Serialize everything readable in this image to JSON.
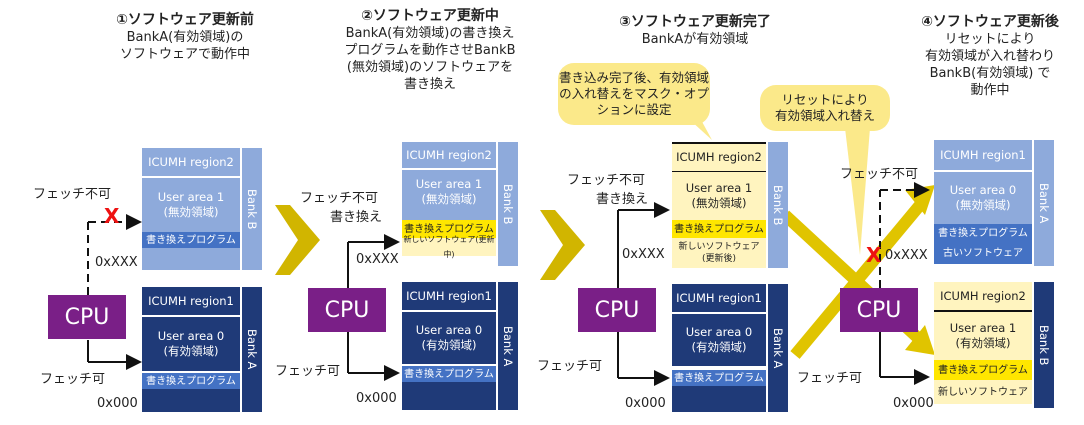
{
  "steps": [
    {
      "title": "①ソフトウェア更新前",
      "desc": "BankA(有効領域)の\nソフトウェアで動作中"
    },
    {
      "title": "②ソフトウェア更新中",
      "desc": "BankA(有効領域)の書き換え\nプログラムを動作させBankB\n(無効領域)のソフトウェアを\n書き換え"
    },
    {
      "title": "③ソフトウェア更新完了",
      "desc": "BankAが有効領域"
    },
    {
      "title": "④ソフトウェア更新後",
      "desc": "リセットにより\n有効領域が入れ替わり\nBankB(有効領域) で\n動作中"
    }
  ],
  "callouts": {
    "mask_option": "書き込み完了後、有効領域\nの入れ替えをマスク・オプ\nションに設定",
    "reset_swap": "リセットにより\n有効領域入れ替え"
  },
  "cpu_label": "CPU",
  "labels": {
    "fetch_ng": "フェッチ不可",
    "fetch_ok": "フェッチ可",
    "rewrite": "書き換え",
    "addr_xxx": "0xXXX",
    "addr_000": "0x000",
    "x_mark": "X"
  },
  "bank_labels": {
    "a": "Bank A",
    "b": "Bank B"
  },
  "regions": {
    "icumh1": "ICUMH region1",
    "icumh2": "ICUMH region2",
    "user1_invalid": "User area 1\n(無効領域)",
    "user0_valid": "User area 0\n(有効領域)",
    "user1_valid": "User area 1\n(有効領域)",
    "user0_invalid": "User area 0\n(無効領域)",
    "rewrite_prog": "書き換えプログラム",
    "new_sw_updating": "新しいソフトウェア(更新中)",
    "new_sw_after": "新しいソフトウェア\n(更新後)",
    "new_sw": "新しいソフトウェア",
    "old_sw": "古いソフトウェア"
  },
  "colors": {
    "light_blue": "#8eaadb",
    "dark_blue": "#1f3a78",
    "mid_blue": "#4472c4",
    "cpu": "#7a1f87",
    "yellow_bar": "#ffe600",
    "light_yellow": "#fff4bf",
    "arrow_gold": "#d1b500",
    "callout": "#fbe98a"
  }
}
